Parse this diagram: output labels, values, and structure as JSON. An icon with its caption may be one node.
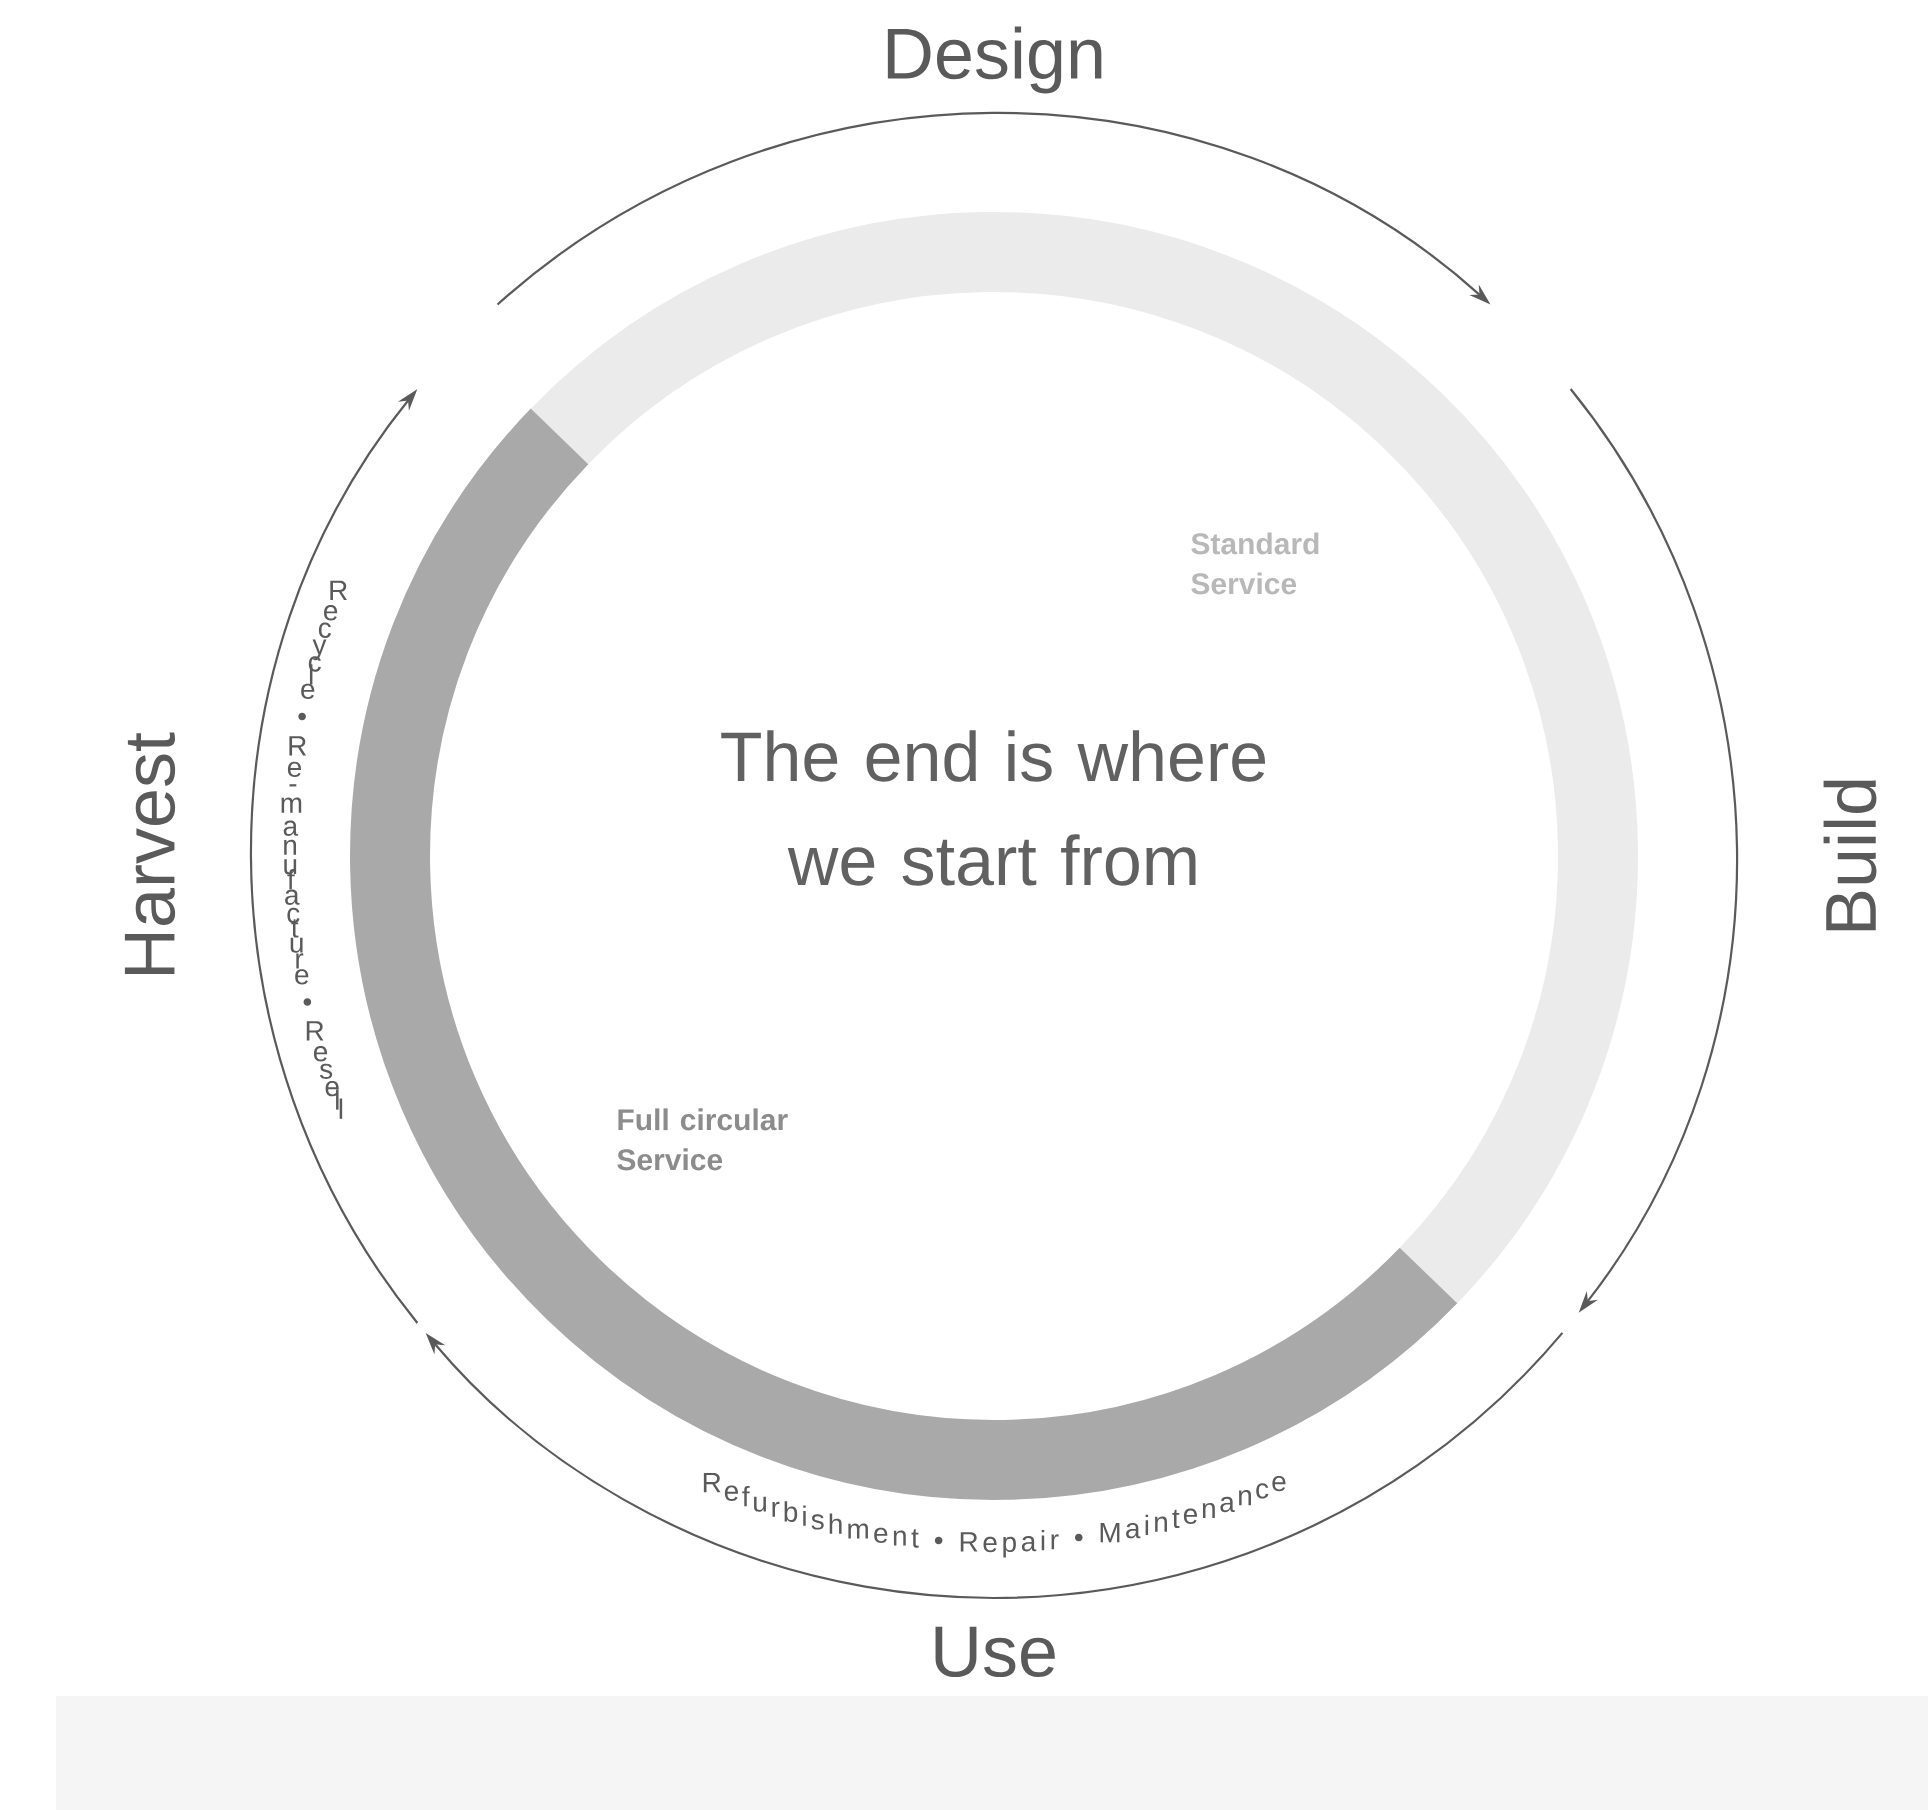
{
  "diagram": {
    "labels": [
      "Design",
      "Recycle • Re-manufacture • Resell",
      "Standard Service",
      "Harvest",
      "The end is where we start from",
      "Build",
      "Full circular Service",
      "Refurbishment • Repair • Maintenance",
      "Use"
    ]
  }
}
